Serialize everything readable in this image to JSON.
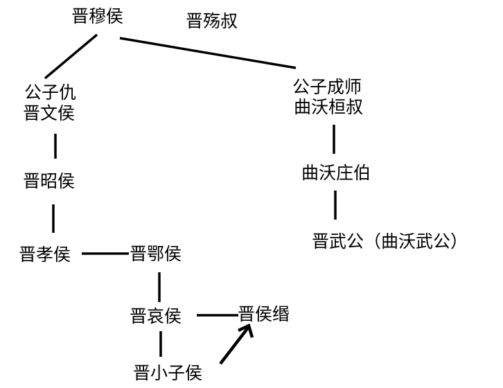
{
  "nodes": {
    "jin_mu_hou": "晋穆侯",
    "jin_shang_shu": "晋殇叔",
    "gongzi_chou": "公子仇",
    "jin_wen_hou": "晋文侯",
    "gongzi_chengshi": "公子成师",
    "quwo_huan_shu": "曲沃桓叔",
    "jin_zhao_hou": "晋昭侯",
    "quwo_zhuang_bo": "曲沃庄伯",
    "jin_wu_gong": "晋武公（曲沃武公）",
    "jin_xiao_hou": "晋孝侯",
    "jin_e_hou": "晋鄂侯",
    "jin_ai_hou": "晋哀侯",
    "jin_hou_min": "晋侯缗",
    "jin_xiaozi_hou": "晋小子侯"
  },
  "colors": {
    "line": "#000000",
    "text": "#000000",
    "background": "#ffffff"
  }
}
